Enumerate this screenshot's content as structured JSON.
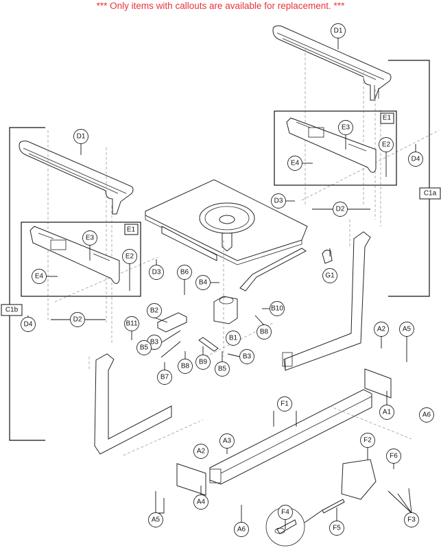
{
  "notice": "*** Only items with callouts are available for replacement. ***",
  "colors": {
    "notice": "#e8323c",
    "line": "#222222"
  },
  "assembly_labels": {
    "right_arm": "C1a",
    "left_arm": "C1b",
    "inset_right": "E1",
    "inset_left": "E1"
  },
  "callouts": [
    {
      "id": "D1a",
      "label": "D1"
    },
    {
      "id": "D1b",
      "label": "D1"
    },
    {
      "id": "E3a",
      "label": "E3"
    },
    {
      "id": "E2a",
      "label": "E2"
    },
    {
      "id": "E4a",
      "label": "E4"
    },
    {
      "id": "D4a",
      "label": "D4"
    },
    {
      "id": "D3a",
      "label": "D3"
    },
    {
      "id": "D2a",
      "label": "D2"
    },
    {
      "id": "E3b",
      "label": "E3"
    },
    {
      "id": "E2b",
      "label": "E2"
    },
    {
      "id": "E4b",
      "label": "E4"
    },
    {
      "id": "D3b",
      "label": "D3"
    },
    {
      "id": "D4b",
      "label": "D4"
    },
    {
      "id": "D2b",
      "label": "D2"
    },
    {
      "id": "G1",
      "label": "G1"
    },
    {
      "id": "B6",
      "label": "B6"
    },
    {
      "id": "B4",
      "label": "B4"
    },
    {
      "id": "B2",
      "label": "B2"
    },
    {
      "id": "B10",
      "label": "B10"
    },
    {
      "id": "B8a",
      "label": "B8"
    },
    {
      "id": "B11",
      "label": "B11"
    },
    {
      "id": "B3a",
      "label": "B3"
    },
    {
      "id": "B1",
      "label": "B1"
    },
    {
      "id": "B3b",
      "label": "B3"
    },
    {
      "id": "B5a",
      "label": "B5"
    },
    {
      "id": "B9",
      "label": "B9"
    },
    {
      "id": "B5b",
      "label": "B5"
    },
    {
      "id": "B7",
      "label": "B7"
    },
    {
      "id": "B8b",
      "label": "B8"
    },
    {
      "id": "A2a",
      "label": "A2"
    },
    {
      "id": "A5a",
      "label": "A5"
    },
    {
      "id": "A1",
      "label": "A1"
    },
    {
      "id": "A6a",
      "label": "A6"
    },
    {
      "id": "F1",
      "label": "F1"
    },
    {
      "id": "A2b",
      "label": "A2"
    },
    {
      "id": "A3",
      "label": "A3"
    },
    {
      "id": "F2",
      "label": "F2"
    },
    {
      "id": "F6",
      "label": "F6"
    },
    {
      "id": "A4",
      "label": "A4"
    },
    {
      "id": "A5b",
      "label": "A5"
    },
    {
      "id": "A6b",
      "label": "A6"
    },
    {
      "id": "F4",
      "label": "F4"
    },
    {
      "id": "F5",
      "label": "F5"
    },
    {
      "id": "F3",
      "label": "F3"
    }
  ]
}
